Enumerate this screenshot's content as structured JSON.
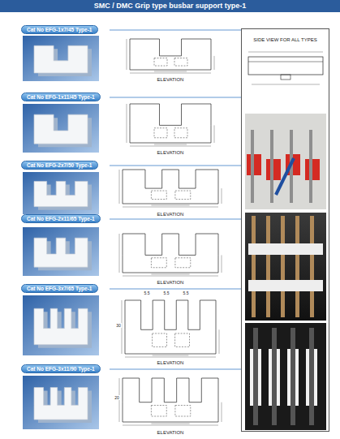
{
  "diagram": {
    "title": "SMC / DMC Grip type busbar support type-1",
    "nodes": [
      {
        "text": [
          "Cat No EFG-1x7/45 Type-1"
        ]
      },
      {
        "text": [
          "SIDE VIEW FOR ALL TYPES"
        ]
      },
      {
        "text": [
          "Cat No EFG-1x11/45 Type-1"
        ]
      },
      {
        "text": [
          "Cat No EFG-2x7/50 Type-1"
        ]
      },
      {
        "text": [
          "Cat No EFG-2x11/65 Type-1"
        ]
      },
      {
        "text": [
          "Cat No EFG-3x7/65 Type-1"
        ]
      },
      {
        "text": [
          "Cat No EFG-3x11/90 Type-1"
        ]
      }
    ],
    "labels": [
      "ELEVATION",
      "ELEVATION",
      "ELEVATION",
      "ELEVATION",
      "ELEVATION",
      "ELEVATION",
      "5.5",
      "5.5",
      "5.5",
      "30",
      "20"
    ]
  }
}
